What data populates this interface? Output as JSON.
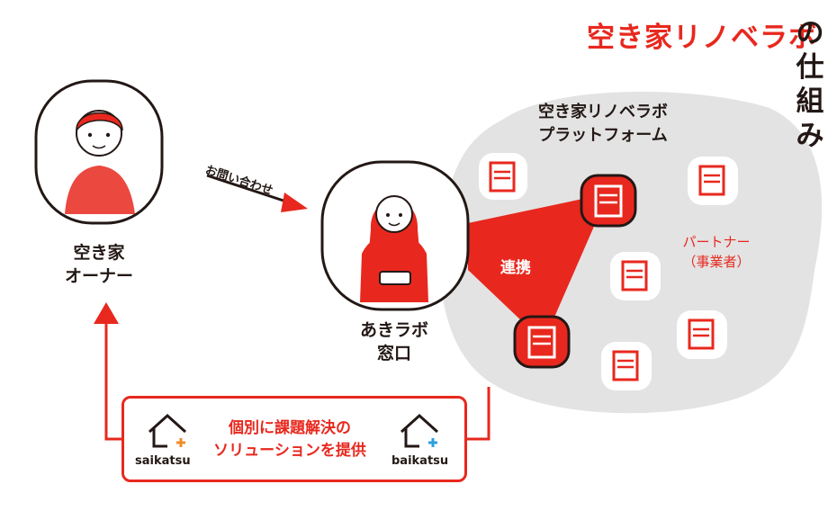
{
  "title": {
    "red_part": "空き家リノベラボ",
    "vertical_chars": [
      "の",
      "仕",
      "組",
      "み"
    ]
  },
  "owner": {
    "line1": "空き家",
    "line2": "オーナー"
  },
  "inquiry_label": "お問い合わせ",
  "akilab": {
    "line1": "あきラボ",
    "line2": "窓口"
  },
  "platform": {
    "line1": "空き家リノベラボ",
    "line2": "プラットフォーム"
  },
  "link_label": "連携",
  "partner": {
    "line1": "パートナー",
    "line2": "（事業者）"
  },
  "solution": {
    "line1": "個別に課題解決の",
    "line2": "ソリューションを提供"
  },
  "brands": {
    "left": "saikatsu",
    "right": "baikatsu"
  },
  "colors": {
    "accent": "#e8281e",
    "platform_bg": "#e3e3e3",
    "ink": "#231815"
  }
}
